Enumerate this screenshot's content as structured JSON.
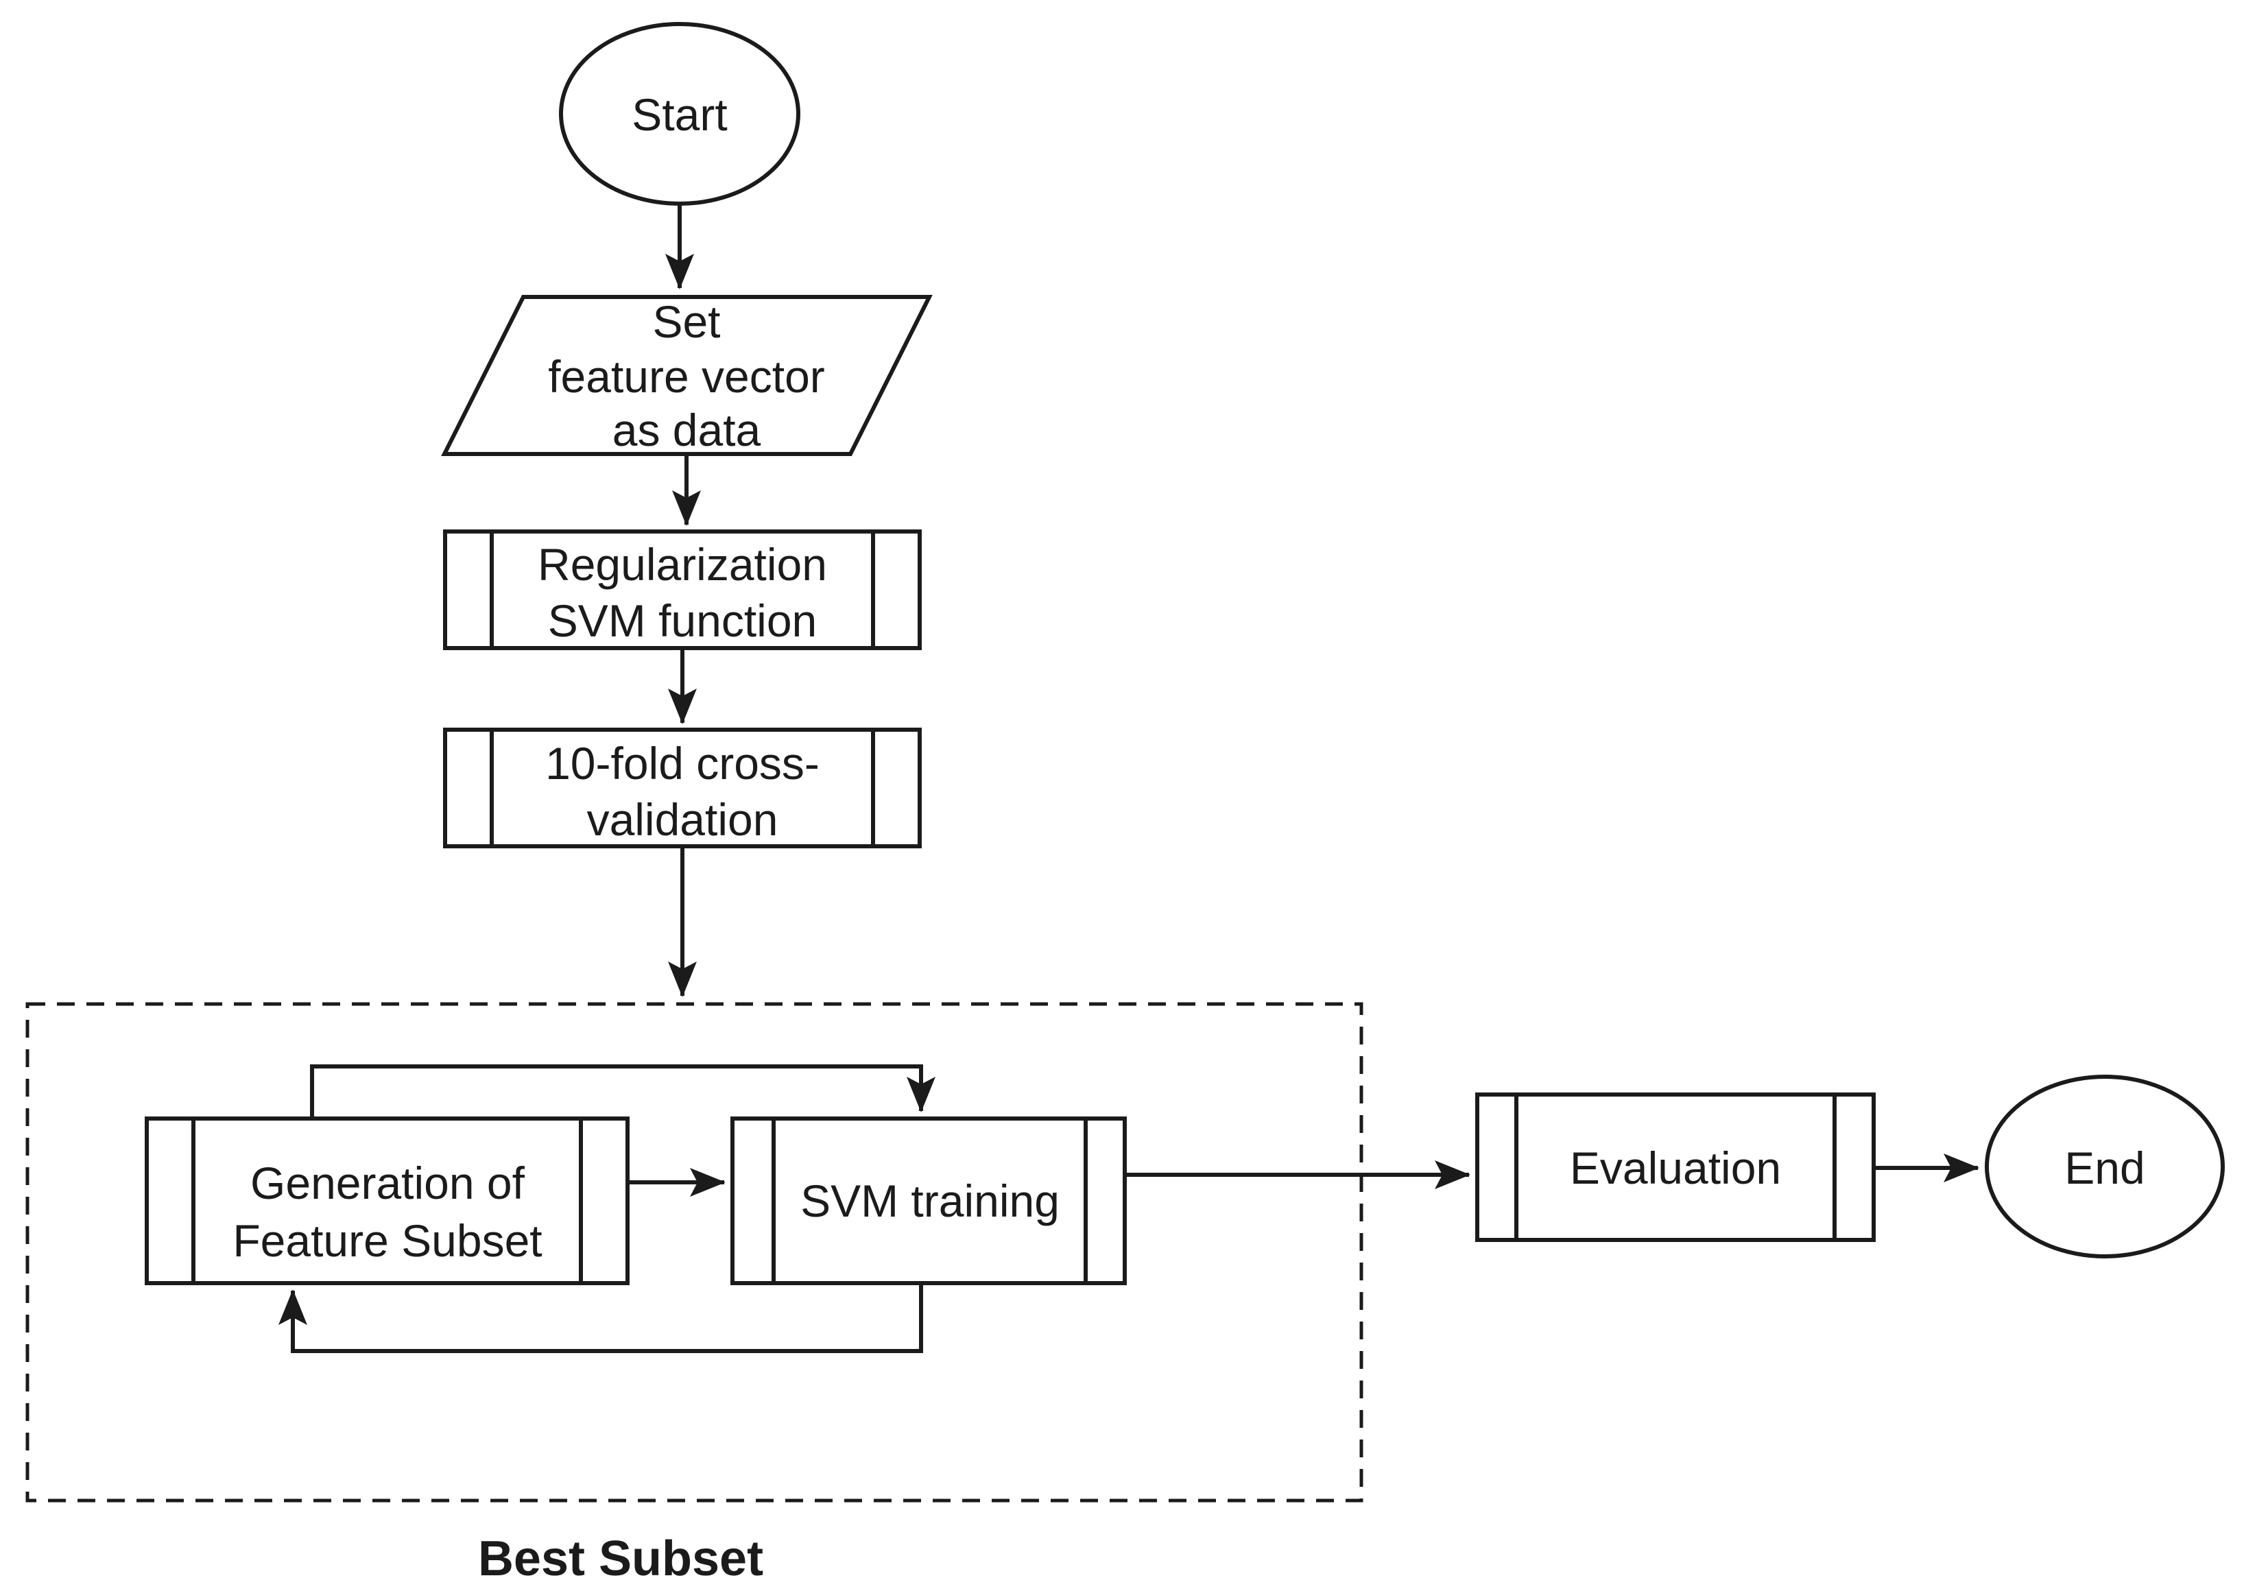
{
  "diagram": {
    "title_hint": "SVM feature-selection flowchart",
    "colors": {
      "stroke": "#1b1b1b",
      "background": "#ffffff"
    },
    "nodes": {
      "start": {
        "type": "terminator",
        "label": "Start"
      },
      "set_feature_vector": {
        "type": "data-input-parallelogram",
        "lines": [
          "Set",
          "feature vector",
          "as data"
        ]
      },
      "regularization": {
        "type": "predefined-process",
        "lines": [
          "Regularization",
          "SVM function"
        ]
      },
      "cross_validation": {
        "type": "predefined-process",
        "lines": [
          "10-fold cross-",
          "validation"
        ]
      },
      "generation": {
        "type": "predefined-process",
        "lines": [
          "Generation of",
          "Feature Subset"
        ]
      },
      "svm_training": {
        "type": "predefined-process",
        "label": "SVM training"
      },
      "evaluation": {
        "type": "predefined-process",
        "label": "Evaluation"
      },
      "end": {
        "type": "terminator",
        "label": "End"
      }
    },
    "group": {
      "label": "Best Subset",
      "style": "dashed-rectangle"
    },
    "edges": [
      {
        "from": "start",
        "to": "set_feature_vector"
      },
      {
        "from": "set_feature_vector",
        "to": "regularization"
      },
      {
        "from": "regularization",
        "to": "cross_validation"
      },
      {
        "from": "cross_validation",
        "to": "best-subset-group"
      },
      {
        "from": "generation",
        "to": "svm_training"
      },
      {
        "from": "generation",
        "to": "svm_training",
        "via": "top-feedback-loop"
      },
      {
        "from": "svm_training",
        "to": "generation",
        "via": "bottom-feedback-loop"
      },
      {
        "from": "svm_training",
        "to": "evaluation"
      },
      {
        "from": "evaluation",
        "to": "end"
      }
    ]
  }
}
